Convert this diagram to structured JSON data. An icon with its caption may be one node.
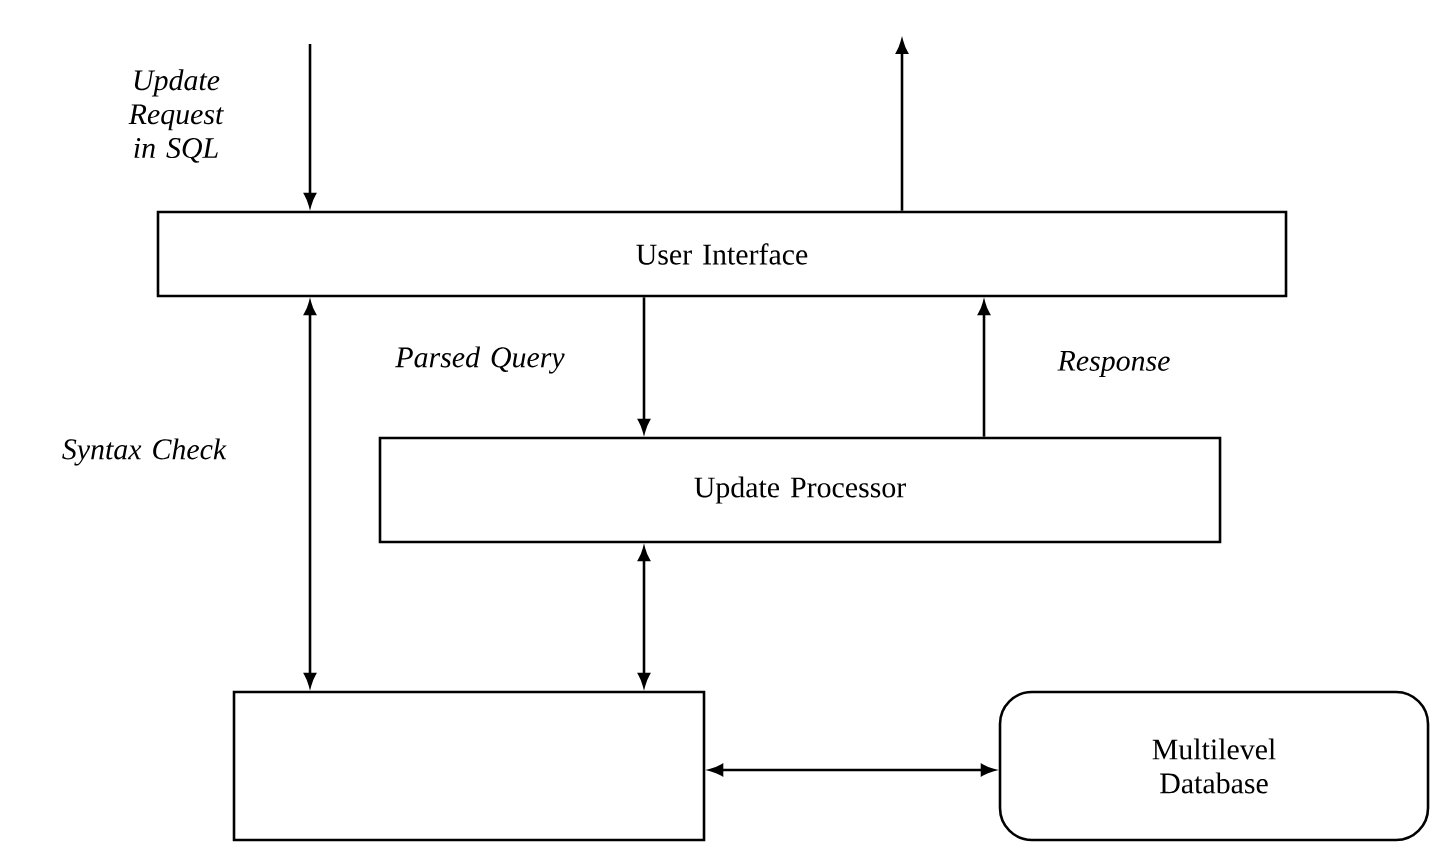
{
  "diagram": {
    "nodes": [
      {
        "text": [
          "User Interface"
        ]
      },
      {
        "text": [
          "Update Processor"
        ]
      },
      {
        "text": [],
        "shape": "box"
      },
      {
        "text": [
          "Multilevel Database"
        ]
      }
    ],
    "edges": [
      {
        "from": null,
        "to": 0,
        "arrow": "to",
        "label": "Update Request in SQL"
      },
      {
        "from": 0,
        "to": null,
        "arrow": "to"
      },
      {
        "from": 0,
        "to": 1,
        "arrow": "to",
        "label": "Parsed Query"
      },
      {
        "from": 1,
        "to": 0,
        "arrow": "to",
        "label": "Response"
      },
      {
        "from": 0,
        "to": 2,
        "arrow": "both",
        "label": "Syntax Check"
      },
      {
        "from": 1,
        "to": 2,
        "arrow": "both"
      },
      {
        "from": 2,
        "to": 3,
        "arrow": "both"
      }
    ]
  }
}
